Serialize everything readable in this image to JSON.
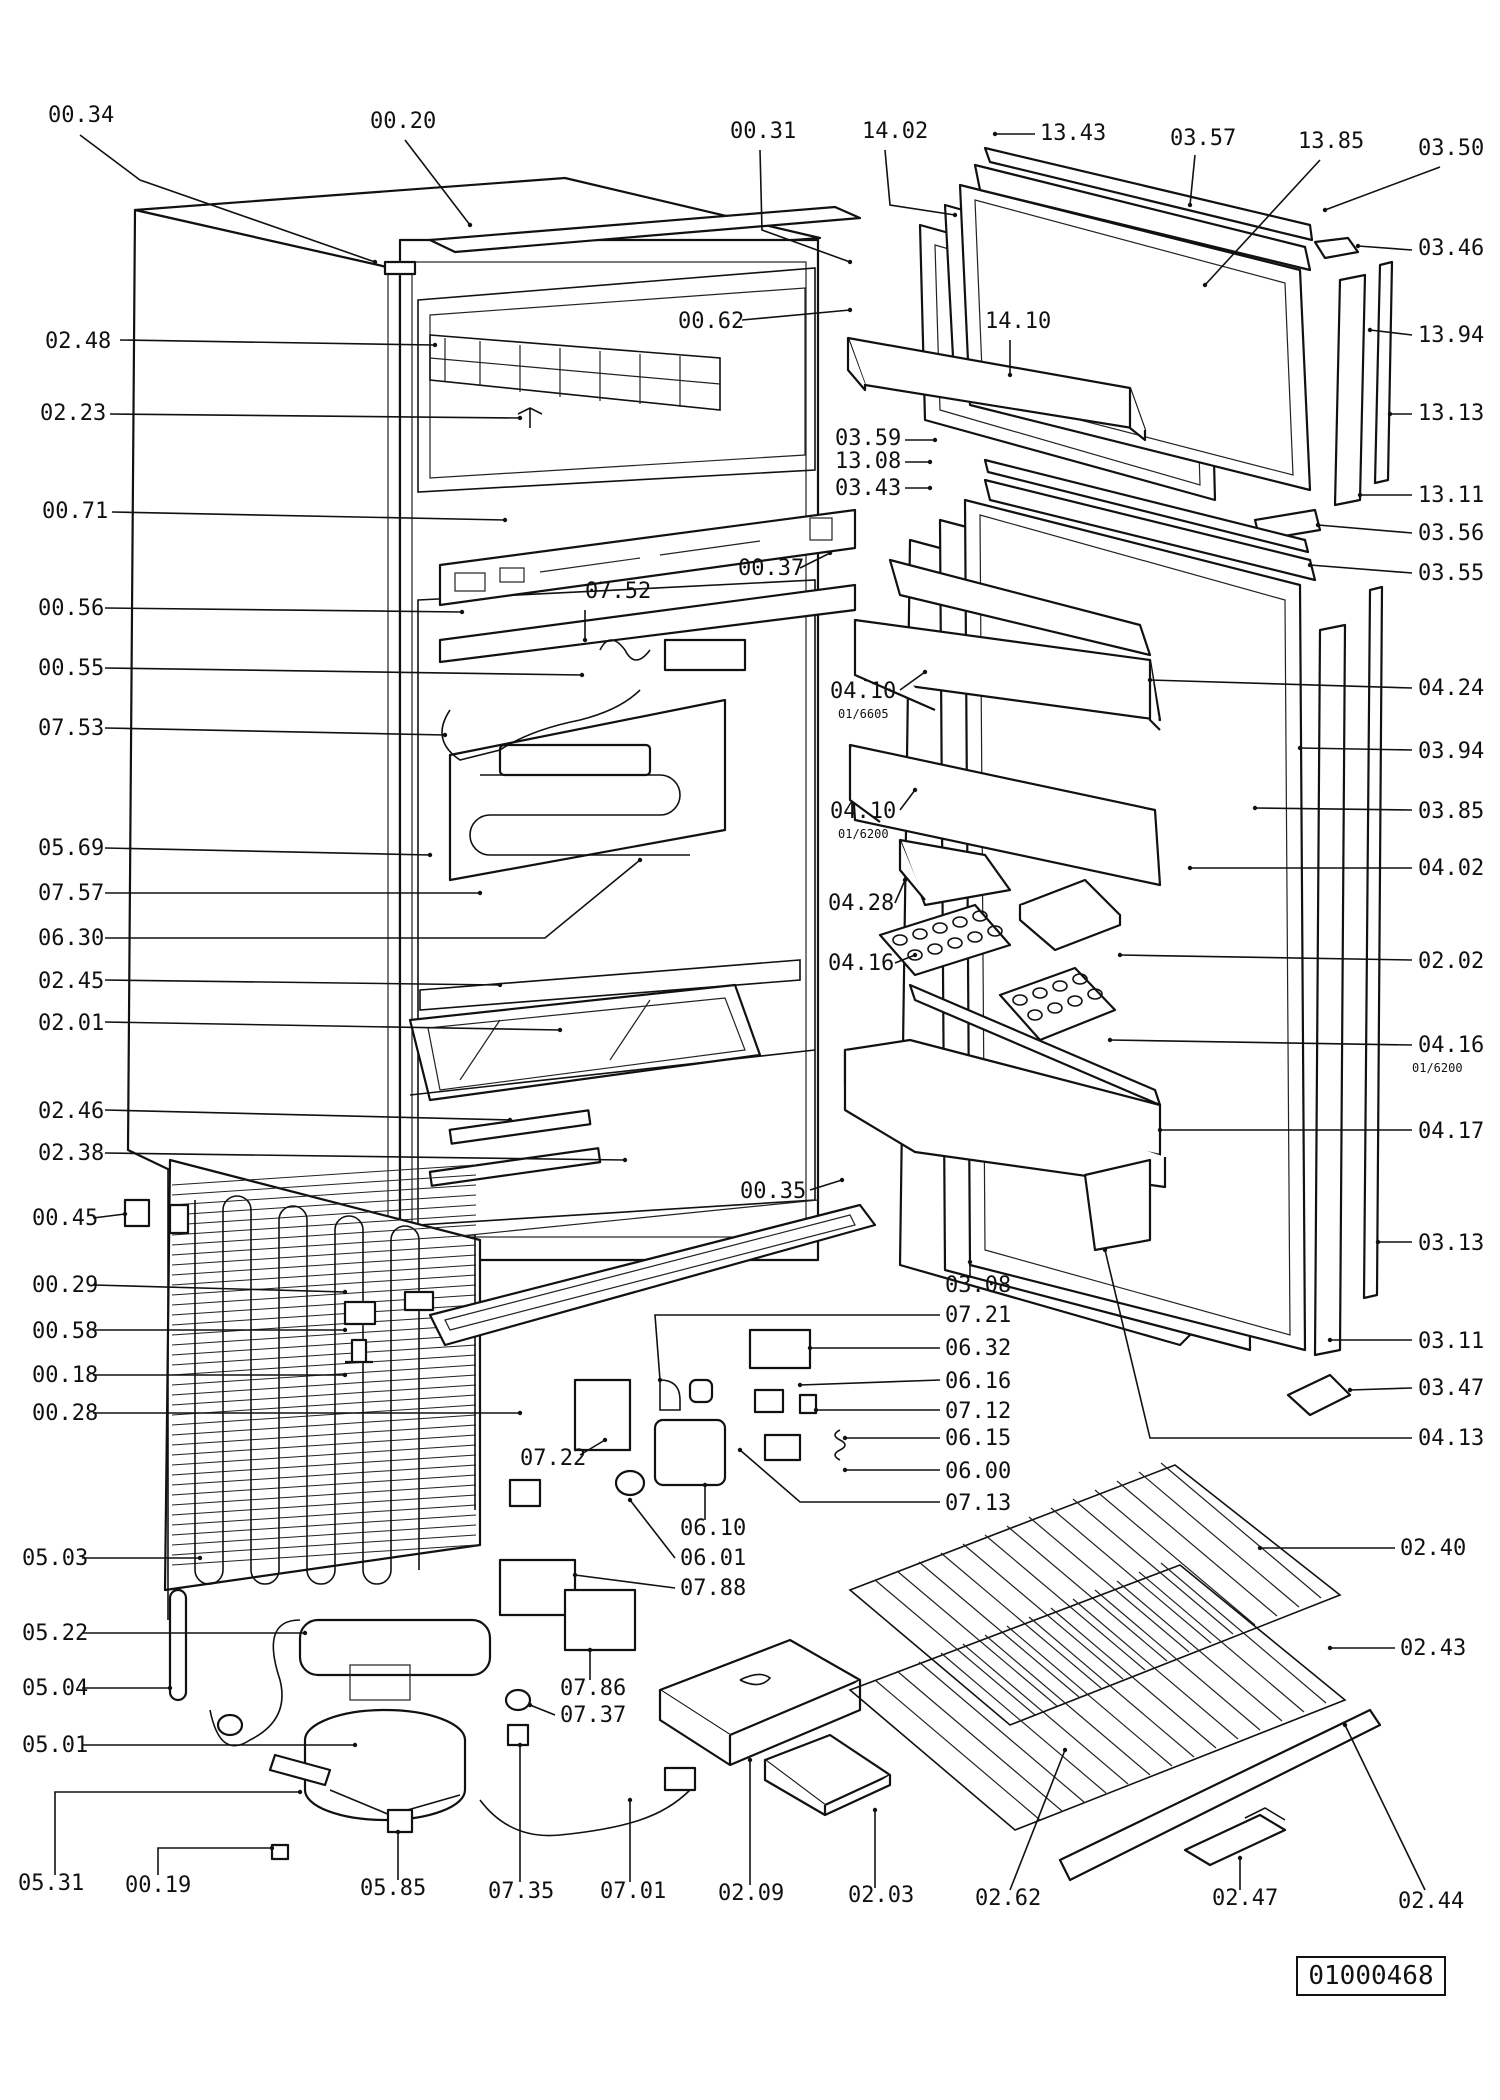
{
  "document_number": "01000468",
  "labels": [
    {
      "id": "00-34",
      "text": "00.34"
    },
    {
      "id": "00-20",
      "text": "00.20"
    },
    {
      "id": "00-31",
      "text": "00.31"
    },
    {
      "id": "14-02",
      "text": "14.02"
    },
    {
      "id": "13-43",
      "text": "13.43"
    },
    {
      "id": "03-57",
      "text": "03.57"
    },
    {
      "id": "13-85",
      "text": "13.85"
    },
    {
      "id": "03-50",
      "text": "03.50"
    },
    {
      "id": "03-46",
      "text": "03.46"
    },
    {
      "id": "02-48",
      "text": "02.48"
    },
    {
      "id": "00-62",
      "text": "00.62"
    },
    {
      "id": "14-10",
      "text": "14.10"
    },
    {
      "id": "13-94",
      "text": "13.94"
    },
    {
      "id": "13-13",
      "text": "13.13"
    },
    {
      "id": "02-23",
      "text": "02.23"
    },
    {
      "id": "03-59",
      "text": "03.59"
    },
    {
      "id": "13-08",
      "text": "13.08"
    },
    {
      "id": "03-43",
      "text": "03.43"
    },
    {
      "id": "13-11",
      "text": "13.11"
    },
    {
      "id": "00-71",
      "text": "00.71"
    },
    {
      "id": "03-56",
      "text": "03.56"
    },
    {
      "id": "00-37",
      "text": "00.37"
    },
    {
      "id": "03-55",
      "text": "03.55"
    },
    {
      "id": "00-56",
      "text": "00.56"
    },
    {
      "id": "07-52",
      "text": "07.52"
    },
    {
      "id": "00-55",
      "text": "00.55"
    },
    {
      "id": "04-24",
      "text": "04.24"
    },
    {
      "id": "04-10a",
      "text": "04.10"
    },
    {
      "id": "07-53",
      "text": "07.53"
    },
    {
      "id": "03-94",
      "text": "03.94"
    },
    {
      "id": "03-85",
      "text": "03.85"
    },
    {
      "id": "04-10b",
      "text": "04.10"
    },
    {
      "id": "05-69",
      "text": "05.69"
    },
    {
      "id": "04-02",
      "text": "04.02"
    },
    {
      "id": "07-57",
      "text": "07.57"
    },
    {
      "id": "04-28",
      "text": "04.28"
    },
    {
      "id": "06-30",
      "text": "06.30"
    },
    {
      "id": "02-02",
      "text": "02.02"
    },
    {
      "id": "04-16a",
      "text": "04.16"
    },
    {
      "id": "02-45",
      "text": "02.45"
    },
    {
      "id": "02-01",
      "text": "02.01"
    },
    {
      "id": "04-16b",
      "text": "04.16"
    },
    {
      "id": "02-46",
      "text": "02.46"
    },
    {
      "id": "04-17",
      "text": "04.17"
    },
    {
      "id": "02-38",
      "text": "02.38"
    },
    {
      "id": "00-35",
      "text": "00.35"
    },
    {
      "id": "00-45",
      "text": "00.45"
    },
    {
      "id": "03-13",
      "text": "03.13"
    },
    {
      "id": "03-08",
      "text": "03.08"
    },
    {
      "id": "00-29",
      "text": "00.29"
    },
    {
      "id": "07-21",
      "text": "07.21"
    },
    {
      "id": "00-58",
      "text": "00.58"
    },
    {
      "id": "06-32",
      "text": "06.32"
    },
    {
      "id": "03-11",
      "text": "03.11"
    },
    {
      "id": "06-16",
      "text": "06.16"
    },
    {
      "id": "00-18",
      "text": "00.18"
    },
    {
      "id": "03-47",
      "text": "03.47"
    },
    {
      "id": "07-12",
      "text": "07.12"
    },
    {
      "id": "00-28",
      "text": "00.28"
    },
    {
      "id": "06-15",
      "text": "06.15"
    },
    {
      "id": "04-13",
      "text": "04.13"
    },
    {
      "id": "07-22",
      "text": "07.22"
    },
    {
      "id": "06-00",
      "text": "06.00"
    },
    {
      "id": "07-13",
      "text": "07.13"
    },
    {
      "id": "06-10",
      "text": "06.10"
    },
    {
      "id": "02-40",
      "text": "02.40"
    },
    {
      "id": "05-03",
      "text": "05.03"
    },
    {
      "id": "06-01",
      "text": "06.01"
    },
    {
      "id": "07-88",
      "text": "07.88"
    },
    {
      "id": "05-22",
      "text": "05.22"
    },
    {
      "id": "02-43",
      "text": "02.43"
    },
    {
      "id": "05-04",
      "text": "05.04"
    },
    {
      "id": "07-86",
      "text": "07.86"
    },
    {
      "id": "07-37",
      "text": "07.37"
    },
    {
      "id": "05-01",
      "text": "05.01"
    },
    {
      "id": "05-31",
      "text": "05.31"
    },
    {
      "id": "00-19",
      "text": "00.19"
    },
    {
      "id": "05-85",
      "text": "05.85"
    },
    {
      "id": "07-35",
      "text": "07.35"
    },
    {
      "id": "07-01",
      "text": "07.01"
    },
    {
      "id": "02-09",
      "text": "02.09"
    },
    {
      "id": "02-03",
      "text": "02.03"
    },
    {
      "id": "02-62",
      "text": "02.62"
    },
    {
      "id": "02-47",
      "text": "02.47"
    },
    {
      "id": "02-44",
      "text": "02.44"
    }
  ],
  "sublabels": [
    {
      "id": "04-10a-sub",
      "text": "01/6605"
    },
    {
      "id": "04-10b-sub",
      "text": "01/6200"
    },
    {
      "id": "04-16b-sub",
      "text": "01/6200"
    }
  ]
}
